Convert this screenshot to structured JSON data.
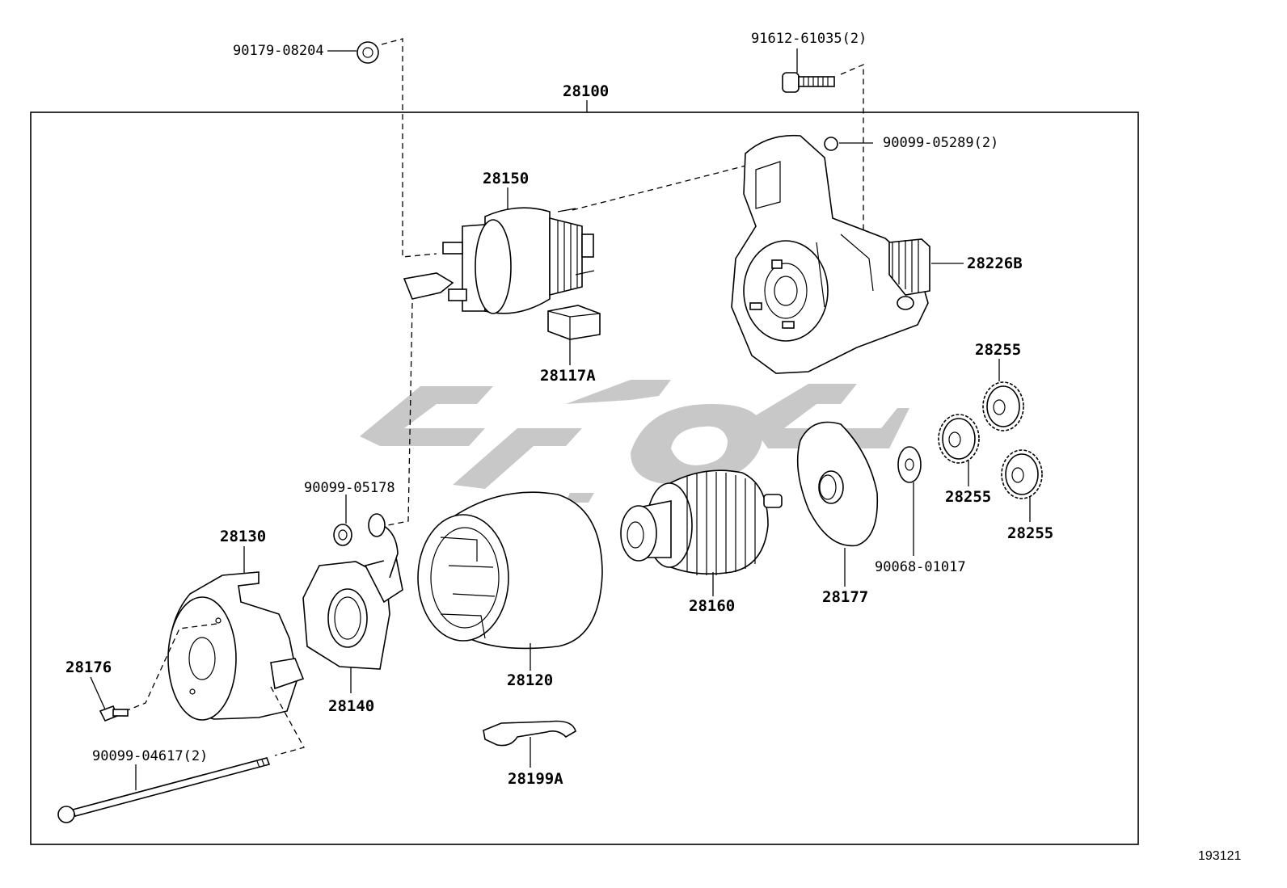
{
  "diagram": {
    "assembly_label": "28100",
    "figure_number": "193121",
    "parts": [
      {
        "key": "p90179",
        "label": "90179-08204"
      },
      {
        "key": "p91612",
        "label": "91612-61035(2)"
      },
      {
        "key": "p28100",
        "label": "28100"
      },
      {
        "key": "p90099a",
        "label": "90099-05289(2)"
      },
      {
        "key": "p28150",
        "label": "28150"
      },
      {
        "key": "p28226",
        "label": "28226B"
      },
      {
        "key": "p28117",
        "label": "28117A"
      },
      {
        "key": "p28255a",
        "label": "28255"
      },
      {
        "key": "p28255b",
        "label": "28255"
      },
      {
        "key": "p28255c",
        "label": "28255"
      },
      {
        "key": "p90099b",
        "label": "90099-05178"
      },
      {
        "key": "p28130",
        "label": "28130"
      },
      {
        "key": "p28160",
        "label": "28160"
      },
      {
        "key": "p28177",
        "label": "28177"
      },
      {
        "key": "p90068",
        "label": "90068-01017"
      },
      {
        "key": "p28176",
        "label": "28176"
      },
      {
        "key": "p28140",
        "label": "28140"
      },
      {
        "key": "p28120",
        "label": "28120"
      },
      {
        "key": "p90099c",
        "label": "90099-04617(2)"
      },
      {
        "key": "p28199",
        "label": "28199A"
      }
    ]
  }
}
